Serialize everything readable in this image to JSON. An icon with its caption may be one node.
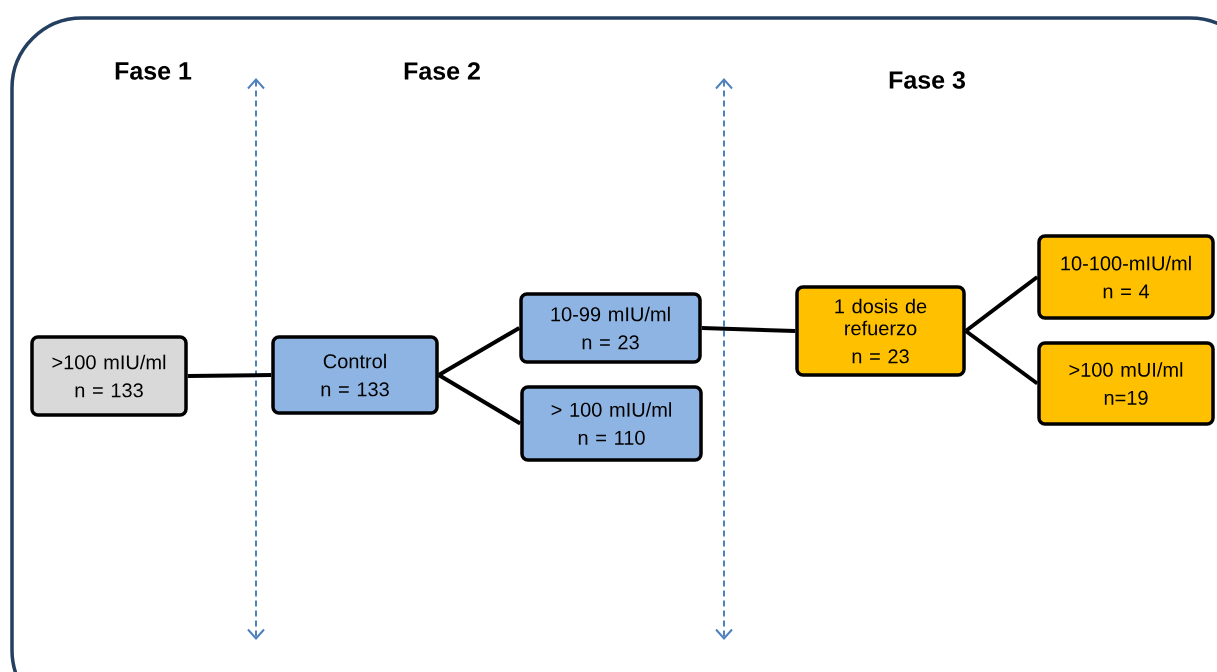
{
  "diagram": {
    "nodes": [
      {
        "text": [
          ">100 mIU/ml",
          "n = 133"
        ]
      },
      {
        "text": [
          "Control",
          "n = 133"
        ]
      },
      {
        "text": [
          "10-99 mIU/ml",
          "n = 23"
        ]
      },
      {
        "text": [
          "> 100 mIU/ml",
          "n = 110"
        ]
      },
      {
        "text": [
          "1 dosis de refuerzo",
          "n = 23"
        ]
      },
      {
        "text": [
          "10-100-mIU/ml",
          "n = 4"
        ]
      },
      {
        "text": [
          ">100 mUI/ml",
          "n=19"
        ]
      }
    ],
    "edges": [
      {
        "from": 0,
        "to": 1,
        "arrow": "none"
      },
      {
        "from": 1,
        "to": 2,
        "arrow": "none"
      },
      {
        "from": 1,
        "to": 3,
        "arrow": "none"
      },
      {
        "from": 2,
        "to": 4,
        "arrow": "none"
      },
      {
        "from": 4,
        "to": 5,
        "arrow": "none"
      },
      {
        "from": 4,
        "to": 6,
        "arrow": "none"
      }
    ],
    "labels": [
      "Fase 1",
      "Fase 2",
      "Fase 3"
    ]
  }
}
